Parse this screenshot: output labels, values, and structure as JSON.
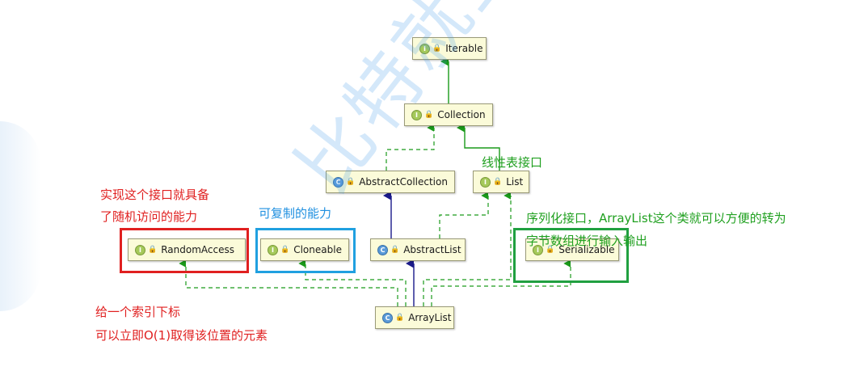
{
  "nodes": {
    "iterable": {
      "label": "Iterable",
      "kind": "I"
    },
    "collection": {
      "label": "Collection",
      "kind": "I"
    },
    "abstract_collection": {
      "label": "AbstractCollection",
      "kind": "C"
    },
    "list": {
      "label": "List",
      "kind": "I"
    },
    "random_access": {
      "label": "RandomAccess",
      "kind": "I"
    },
    "cloneable": {
      "label": "Cloneable",
      "kind": "I"
    },
    "abstract_list": {
      "label": "AbstractList",
      "kind": "C"
    },
    "serializable": {
      "label": "Serializable",
      "kind": "I"
    },
    "array_list": {
      "label": "ArrayList",
      "kind": "C"
    }
  },
  "annotations": {
    "random_access_line1": "实现这个接口就具备",
    "random_access_line2": "了随机访问的能力",
    "cloneable_note": "可复制的能力",
    "list_note": "线性表接口",
    "serializable_line1": "序列化接口，ArrayList这个类就可以方便的转为",
    "serializable_line2": "字节数组进行输入输出",
    "index_line1": "给一个索引下标",
    "index_line2": "可以立即O(1)取得该位置的元素"
  },
  "watermark": "比特就业课",
  "colors": {
    "interface_edge": "#1a9a1a",
    "class_edge": "#1a1a8a",
    "red_note": "#e02020",
    "blue_note": "#2090e0",
    "green_note": "#20a020"
  }
}
